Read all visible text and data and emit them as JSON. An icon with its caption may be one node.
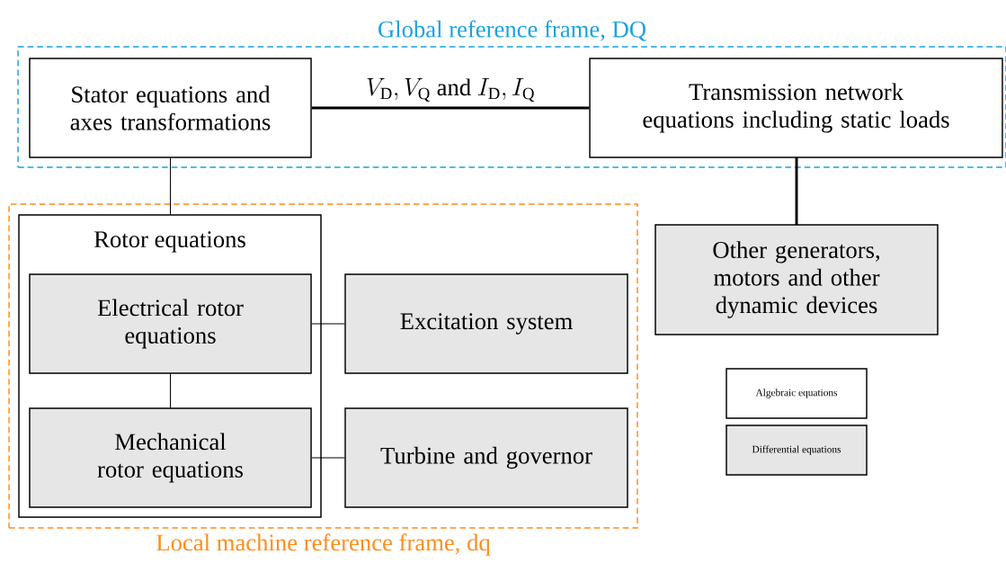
{
  "diagram": {
    "nodes": [
      {
        "text": [
          "Global reference frame, DQ"
        ]
      },
      {
        "text": [
          "Stator equations and axes transformations"
        ],
        "in": 0
      },
      {
        "text": [
          "Transmission network equations including static loads"
        ],
        "in": 0
      },
      {
        "text": [
          "Local machine reference frame, dq"
        ]
      },
      {
        "text": [
          "Rotor equations"
        ],
        "in": 3
      },
      {
        "text": [
          "Electrical rotor equations"
        ],
        "in": 4
      },
      {
        "text": [
          "Mechanical rotor equations"
        ],
        "in": 4
      },
      {
        "text": [
          "Excitation system"
        ],
        "in": 3
      },
      {
        "text": [
          "Turbine and governor"
        ],
        "in": 3
      },
      {
        "text": [
          "Other generators, motors and other dynamic devices"
        ]
      }
    ],
    "edges": [
      {
        "from": 1,
        "to": 2,
        "arrow": "none",
        "style": "thick",
        "label": "V_\\mathrm{D}, V_\\mathrm{Q}\\ \\mathrm{and}\\ I_\\mathrm{D}, I_\\mathrm{Q}"
      },
      {
        "from": 1,
        "to": 4,
        "arrow": "none"
      },
      {
        "from": 2,
        "to": 9,
        "arrow": "none",
        "style": "thick"
      },
      {
        "from": 5,
        "to": 7,
        "arrow": "none"
      },
      {
        "from": 5,
        "to": 6,
        "arrow": "none"
      },
      {
        "from": 6,
        "to": 8,
        "arrow": "none"
      }
    ],
    "legend": [
      {
        "text": "Algebraic equations"
      },
      {
        "text": "Differential equations"
      }
    ]
  }
}
